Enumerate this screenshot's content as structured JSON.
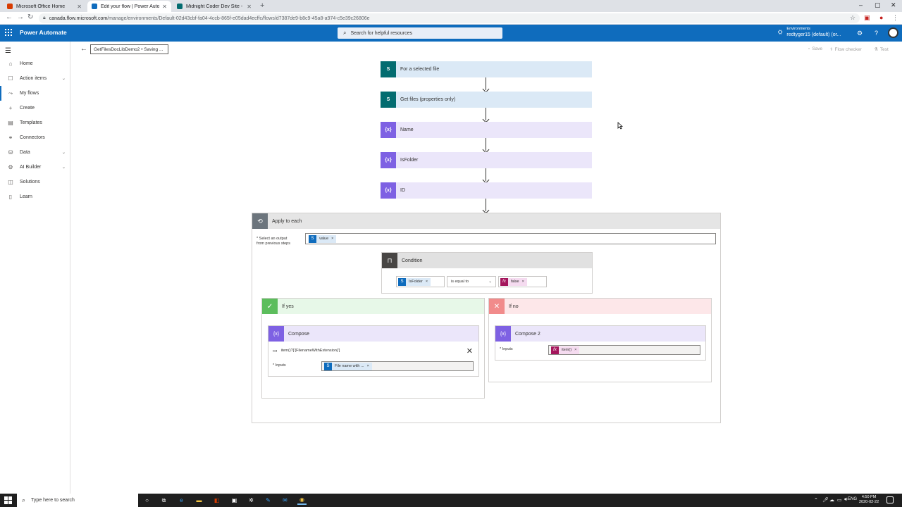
{
  "browser": {
    "tabs": [
      {
        "label": "Microsoft Office Home",
        "active": false,
        "color": "#d83b01"
      },
      {
        "label": "Edit your flow | Power Automate",
        "active": true,
        "color": "#0f6cbd"
      },
      {
        "label": "Midnight Coder Dev Site - Docu",
        "active": false,
        "color": "#036c70"
      }
    ],
    "url_host": "canada.flow.microsoft.com",
    "url_path": "/manage/environments/Default-02d43cbf-fa04-4ccb-865f-e05dad4ecffc/flows/d7387de9-b8c9-45a8-a974-c5e39c26806e"
  },
  "header": {
    "app_name": "Power Automate",
    "search_placeholder": "Search for helpful resources",
    "env_label": "Environments",
    "env_value": "redtyger15 (default) (or...",
    "brand_color": "#0f6cbd"
  },
  "sidebar": {
    "items": [
      {
        "label": "Home",
        "icon": "home-icon",
        "glyph": "⌂",
        "chevron": false,
        "selected": false
      },
      {
        "label": "Action items",
        "icon": "clipboard-icon",
        "glyph": "☐",
        "chevron": true,
        "selected": false
      },
      {
        "label": "My flows",
        "icon": "flow-icon",
        "glyph": "⤳",
        "chevron": false,
        "selected": true
      },
      {
        "label": "Create",
        "icon": "plus-icon",
        "glyph": "+",
        "chevron": false,
        "selected": false
      },
      {
        "label": "Templates",
        "icon": "templates-icon",
        "glyph": "▤",
        "chevron": false,
        "selected": false
      },
      {
        "label": "Connectors",
        "icon": "connector-icon",
        "glyph": "⚭",
        "chevron": false,
        "selected": false
      },
      {
        "label": "Data",
        "icon": "database-icon",
        "glyph": "⛁",
        "chevron": true,
        "selected": false
      },
      {
        "label": "AI Builder",
        "icon": "ai-builder-icon",
        "glyph": "⚙",
        "chevron": true,
        "selected": false
      },
      {
        "label": "Solutions",
        "icon": "solutions-icon",
        "glyph": "◫",
        "chevron": false,
        "selected": false
      },
      {
        "label": "Learn",
        "icon": "book-icon",
        "glyph": "▯",
        "chevron": false,
        "selected": false
      }
    ]
  },
  "commandbar": {
    "flow_name": "GetFilesDocLibDemo2 • Saving ...",
    "save": "Save",
    "flow_checker": "Flow checker",
    "test": "Test"
  },
  "flow": {
    "trigger": "For a selected file",
    "get_files": "Get files (properties only)",
    "var_name": "Name",
    "var_isfolder": "IsFolder",
    "var_id": "ID",
    "apply_each": {
      "title": "Apply to each",
      "select_label_1": "* Select an output",
      "select_label_2": "from previous steps",
      "token": "value"
    },
    "condition": {
      "title": "Condition",
      "left_token": "IsFolder",
      "operator": "is equal to",
      "right_token": "false"
    },
    "if_yes": {
      "title": "If yes",
      "compose_title": "Compose",
      "expression": "item()?['{FilenameWithExtension}']",
      "inputs_label": "* Inputs",
      "inputs_token": "File name with ..."
    },
    "if_no": {
      "title": "If no",
      "compose_title": "Compose 2",
      "inputs_label": "* Inputs",
      "inputs_token": "item()"
    }
  },
  "taskbar": {
    "search_placeholder": "Type here to search",
    "lang": "ENG",
    "time": "4:50 PM",
    "date": "2020-02-22"
  }
}
